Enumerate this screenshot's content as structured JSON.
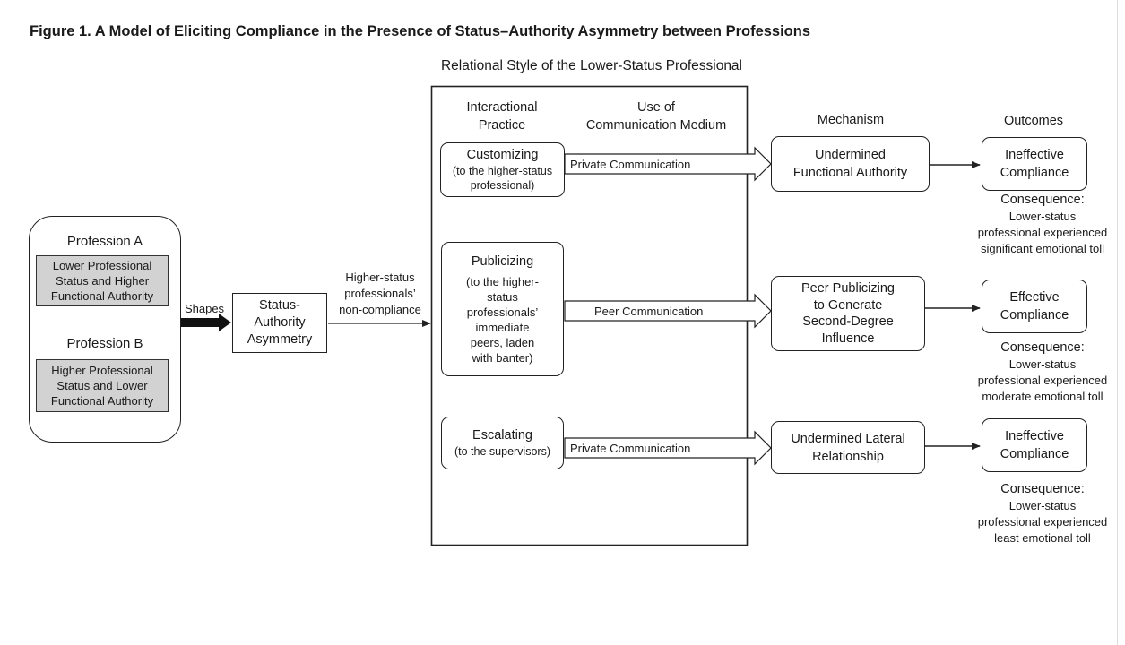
{
  "figure": {
    "title": "Figure 1.  A Model of Eliciting Compliance in the Presence of Status–Authority Asymmetry between Professions",
    "relational_style_label": "Relational Style of the Lower-Status Professional"
  },
  "professions": {
    "a_label": "Profession A",
    "a_attributes": "Lower Professional\nStatus and Higher\nFunctional Authority",
    "b_label": "Profession B",
    "b_attributes": "Higher Professional\nStatus and Lower\nFunctional Authority"
  },
  "shapes_label": "Shapes",
  "asymmetry_box": "Status-\nAuthority\nAsymmetry",
  "noncompliance_label": "Higher-status\nprofessionals’\nnon-compliance",
  "column_headers": {
    "practice": "Interactional\nPractice",
    "medium": "Use of\nCommunication Medium",
    "mechanism": "Mechanism",
    "outcomes": "Outcomes"
  },
  "practices": [
    {
      "title": "Customizing",
      "detail": "(to the higher-status\nprofessional)"
    },
    {
      "title": "Publicizing",
      "detail": "(to the higher-\nstatus\nprofessionals’\nimmediate\npeers, laden\nwith banter)"
    },
    {
      "title": "Escalating",
      "detail": "(to the supervisors)"
    }
  ],
  "media": [
    "Private Communication",
    "Peer Communication",
    "Private Communication"
  ],
  "mechanisms": [
    "Undermined\nFunctional Authority",
    "Peer Publicizing\nto Generate\nSecond-Degree\nInfluence",
    "Undermined Lateral\nRelationship"
  ],
  "outcomes": [
    "Ineffective\nCompliance",
    "Effective\nCompliance",
    "Ineffective\nCompliance"
  ],
  "consequences": [
    {
      "heading": "Consequence:",
      "text": "Lower-status\nprofessional experienced\nsignificant emotional toll"
    },
    {
      "heading": "Consequence:",
      "text": "Lower-status\nprofessional experienced\nmoderate emotional toll"
    },
    {
      "heading": "Consequence:",
      "text": "Lower-status\nprofessional experienced\nleast emotional toll"
    }
  ]
}
